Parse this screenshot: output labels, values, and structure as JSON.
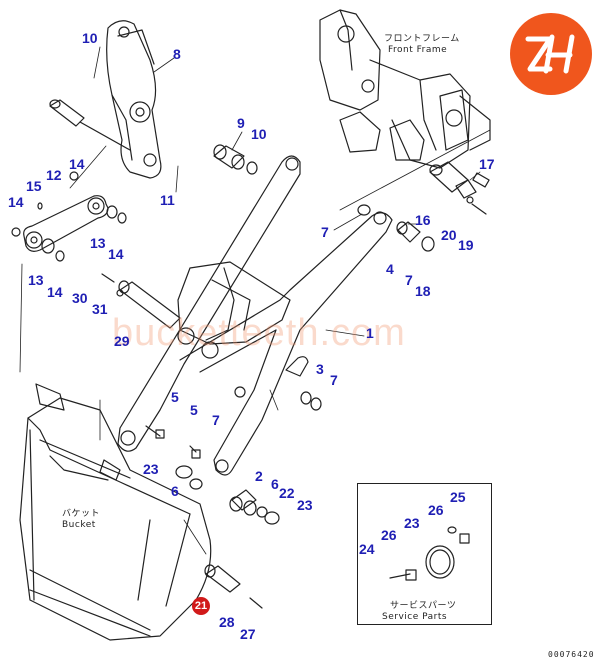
{
  "brand": {
    "logo_icon": "zh-logo-icon",
    "logo_color": "#f0561d"
  },
  "watermark": "bucketteeth.com",
  "captions": {
    "front_frame_jp": "フロントフレーム",
    "front_frame_en": "Front Frame",
    "bucket_jp": "バケット",
    "bucket_en": "Bucket",
    "service_parts_jp": "サービスパーツ",
    "service_parts_en": "Service Parts"
  },
  "drawing_code": "00076420",
  "highlight_color": "#d11a1a",
  "label_color": "#1f1fb4",
  "callouts": [
    "10",
    "8",
    "9",
    "10",
    "14",
    "15",
    "12",
    "14",
    "11",
    "13",
    "14",
    "13",
    "14",
    "17",
    "16",
    "7",
    "20",
    "19",
    "4",
    "7",
    "18",
    "1",
    "30",
    "31",
    "29",
    "3",
    "7",
    "5",
    "5",
    "7",
    "23",
    "2",
    "6",
    "6",
    "22",
    "23",
    "25",
    "26",
    "23",
    "26",
    "24",
    "21",
    "28",
    "27"
  ]
}
